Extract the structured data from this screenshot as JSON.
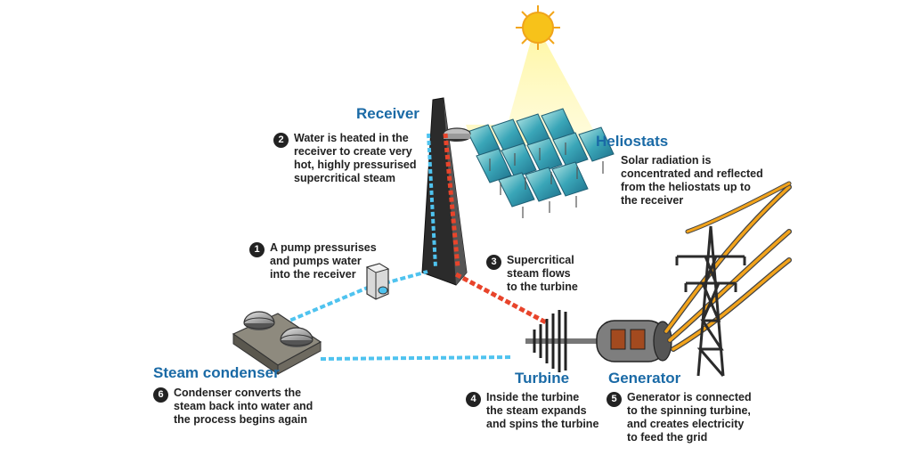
{
  "headings": {
    "receiver": "Receiver",
    "heliostats": "Heliostats",
    "steam_condenser": "Steam condenser",
    "turbine": "Turbine",
    "generator": "Generator"
  },
  "steps": {
    "s1": {
      "number": "1",
      "text": "A pump pressurises\nand pumps water\ninto the receiver"
    },
    "s2": {
      "number": "2",
      "text": "Water is heated in the\nreceiver to create very\nhot, highly pressurised\nsupercritical steam"
    },
    "s3": {
      "number": "3",
      "text": "Supercritical\nsteam flows\nto the turbine"
    },
    "s4": {
      "number": "4",
      "text": "Inside the turbine\nthe steam expands\nand spins the turbine"
    },
    "s5": {
      "number": "5",
      "text": "Generator is connected\nto the spinning turbine,\nand creates electricity\nto feed the grid"
    },
    "s6": {
      "number": "6",
      "text": "Condenser converts the\nsteam back into water and\nthe process begins again"
    }
  },
  "heliostats_text": "Solar radiation is\nconcentrated and reflected\nfrom the heliostats up to\nthe receiver",
  "colors": {
    "heading_blue": "#1a6aa6",
    "water_blue": "#4fc3ef",
    "steam_red": "#e8442b",
    "sun_yellow": "#f7c21a",
    "cable_orange": "#f2a31b",
    "tower_dark": "#2b2b2b"
  },
  "icons": [
    "sun-icon",
    "heliostat-mirror-icon",
    "receiver-tower-icon",
    "pump-icon",
    "condenser-icon",
    "turbine-icon",
    "generator-icon",
    "pylon-icon"
  ]
}
